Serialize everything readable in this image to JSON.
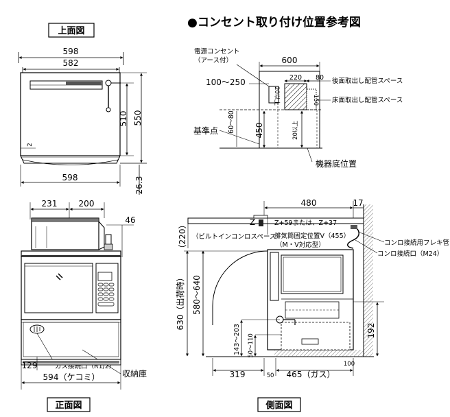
{
  "views": {
    "top_view_title": "上面図",
    "front_view_title": "正面図",
    "side_view_title": "側面図",
    "outlet_title": "●コンセント取り付け位置参考図"
  },
  "top_view": {
    "d598_top": "598",
    "d582": "582",
    "d510": "510",
    "d550": "550",
    "d2": "2",
    "d598_bottom": "598",
    "d26_3": "26.3"
  },
  "outlet_ref": {
    "power_outlet_label_1": "電源コンセント",
    "power_outlet_label_2": "（アース付）",
    "d600": "600",
    "d220": "220",
    "d80": "80",
    "d100_250": "100～250",
    "d20_up_a": "20以上",
    "d20_up_b": "20以上",
    "d150": "150",
    "d60_80": "60～80",
    "d450": "450",
    "rear_pipe_space": "後面取出し配管スペース",
    "floor_pipe_space": "床面取出し配管スペース",
    "reference_point": "基準点",
    "base_position": "機器底位置"
  },
  "front_view": {
    "d231": "231",
    "d200": "200",
    "d46": "46",
    "d129": "129",
    "d594": "594（ケコミ）",
    "gas_inlet": "ガス接続口（R1/2）",
    "storage": "収納庫"
  },
  "side_view": {
    "d480": "480",
    "d17": "17",
    "d220_paren": "（220）",
    "builtin_space": "（ビルトインコンロスペース）",
    "z_label": "Z",
    "z_formula": "Z+59または、Z+37",
    "exhaust_pos": "排気筒固定位置V（455）",
    "mv_type": "（M・V対応型）",
    "stove_flex_pipe": "コンロ接続用フレキ管",
    "stove_inlet": "コンロ接続口（M24）",
    "d630": "630（出荷時）",
    "d580_640": "580～640",
    "d143_203": "143～203",
    "d50_110": "50～110",
    "d192": "192",
    "d319": "319",
    "d50": "50",
    "d465": "465（ガス）",
    "d100": "100"
  }
}
